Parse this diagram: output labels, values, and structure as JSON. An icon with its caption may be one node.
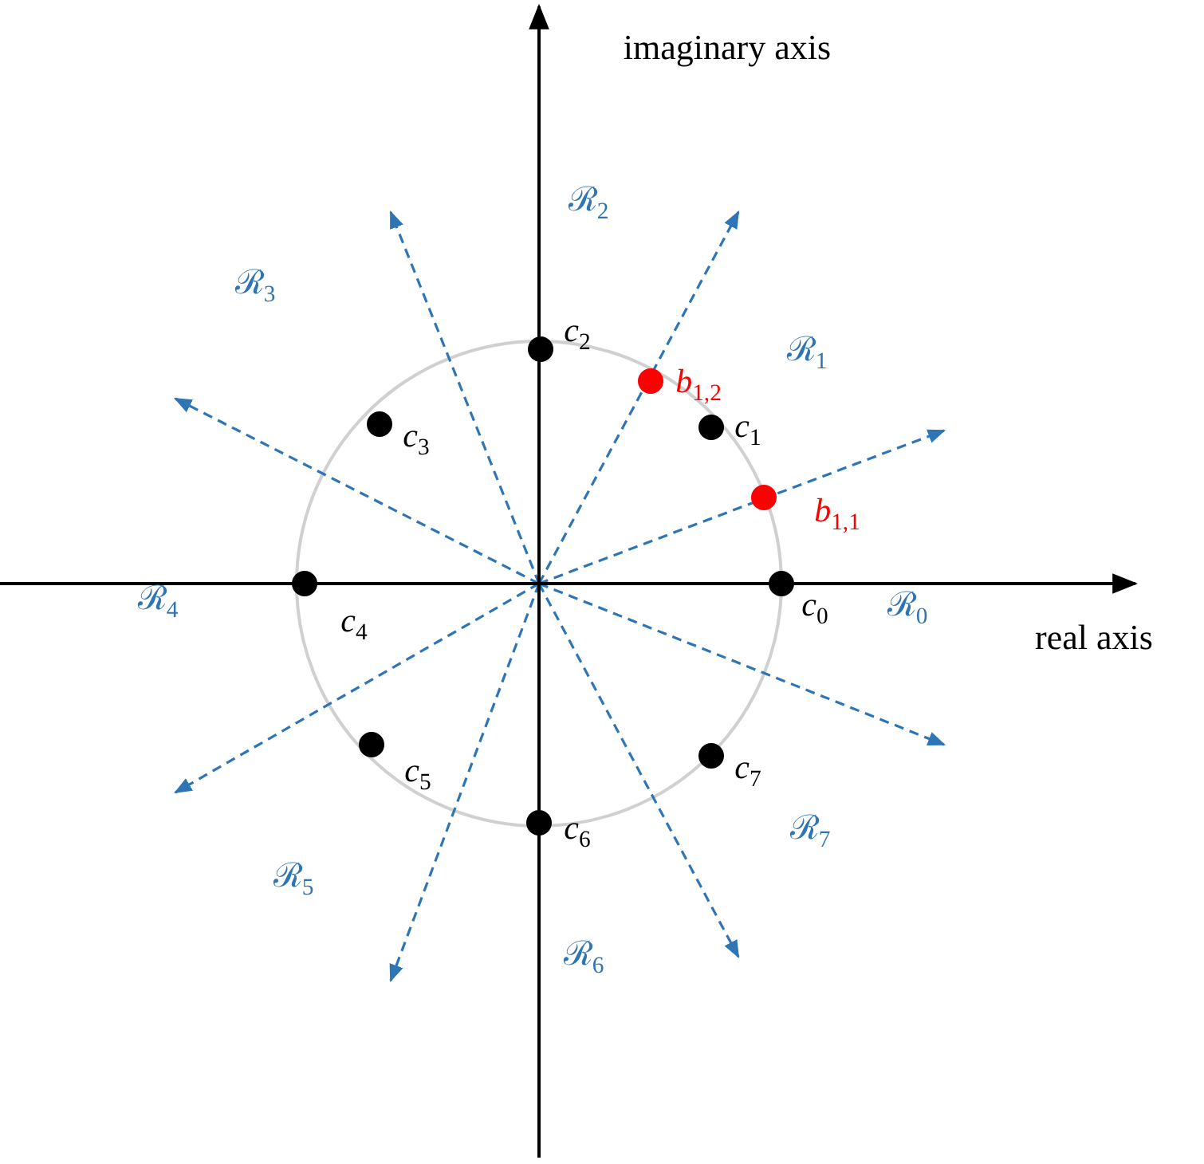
{
  "diagram": {
    "labels": [
      "imaginary axis",
      "ℛ$_{2}$",
      "ℛ$_{3}$",
      "*c*$_{2}$",
      "*b*$_{1,2}$",
      "ℛ$_{1}$",
      "*c*$_{3}$",
      "*c*$_{1}$",
      "*b*$_{1,1}$",
      "ℛ$_{4}$",
      "*c*$_{4}$",
      "*c*$_{0}$",
      "ℛ$_{0}$",
      "real axis",
      "*c*$_{5}$",
      "*c*$_{7}$",
      "*c*$_{6}$",
      "ℛ$_{5}$",
      "ℛ$_{7}$",
      "ℛ$_{6}$"
    ]
  }
}
